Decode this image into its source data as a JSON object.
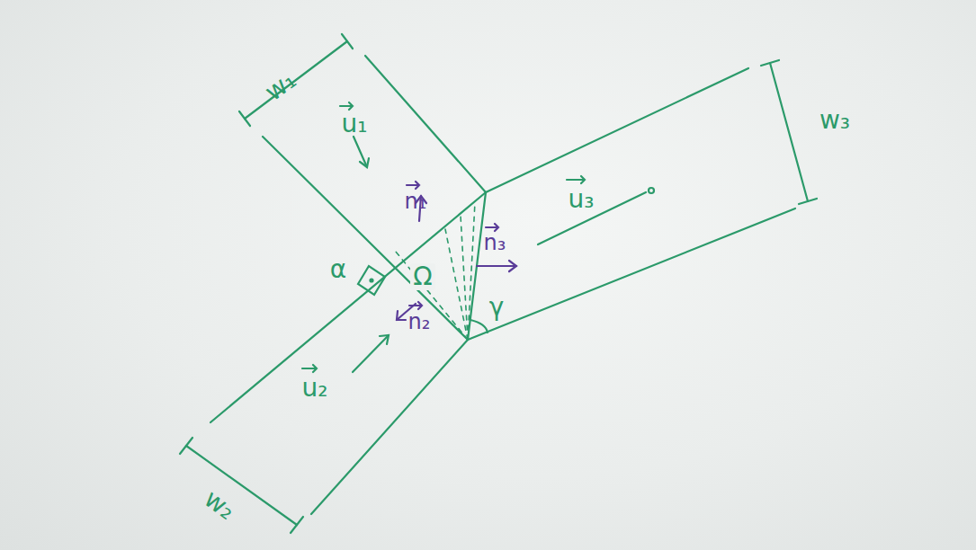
{
  "diagram": {
    "labels": [
      "w₁",
      "u₁",
      "n₁",
      "n₃",
      "Ω",
      "α",
      "n₂",
      "γ",
      "u₃",
      "w₃",
      "u₂",
      "w₂"
    ]
  }
}
